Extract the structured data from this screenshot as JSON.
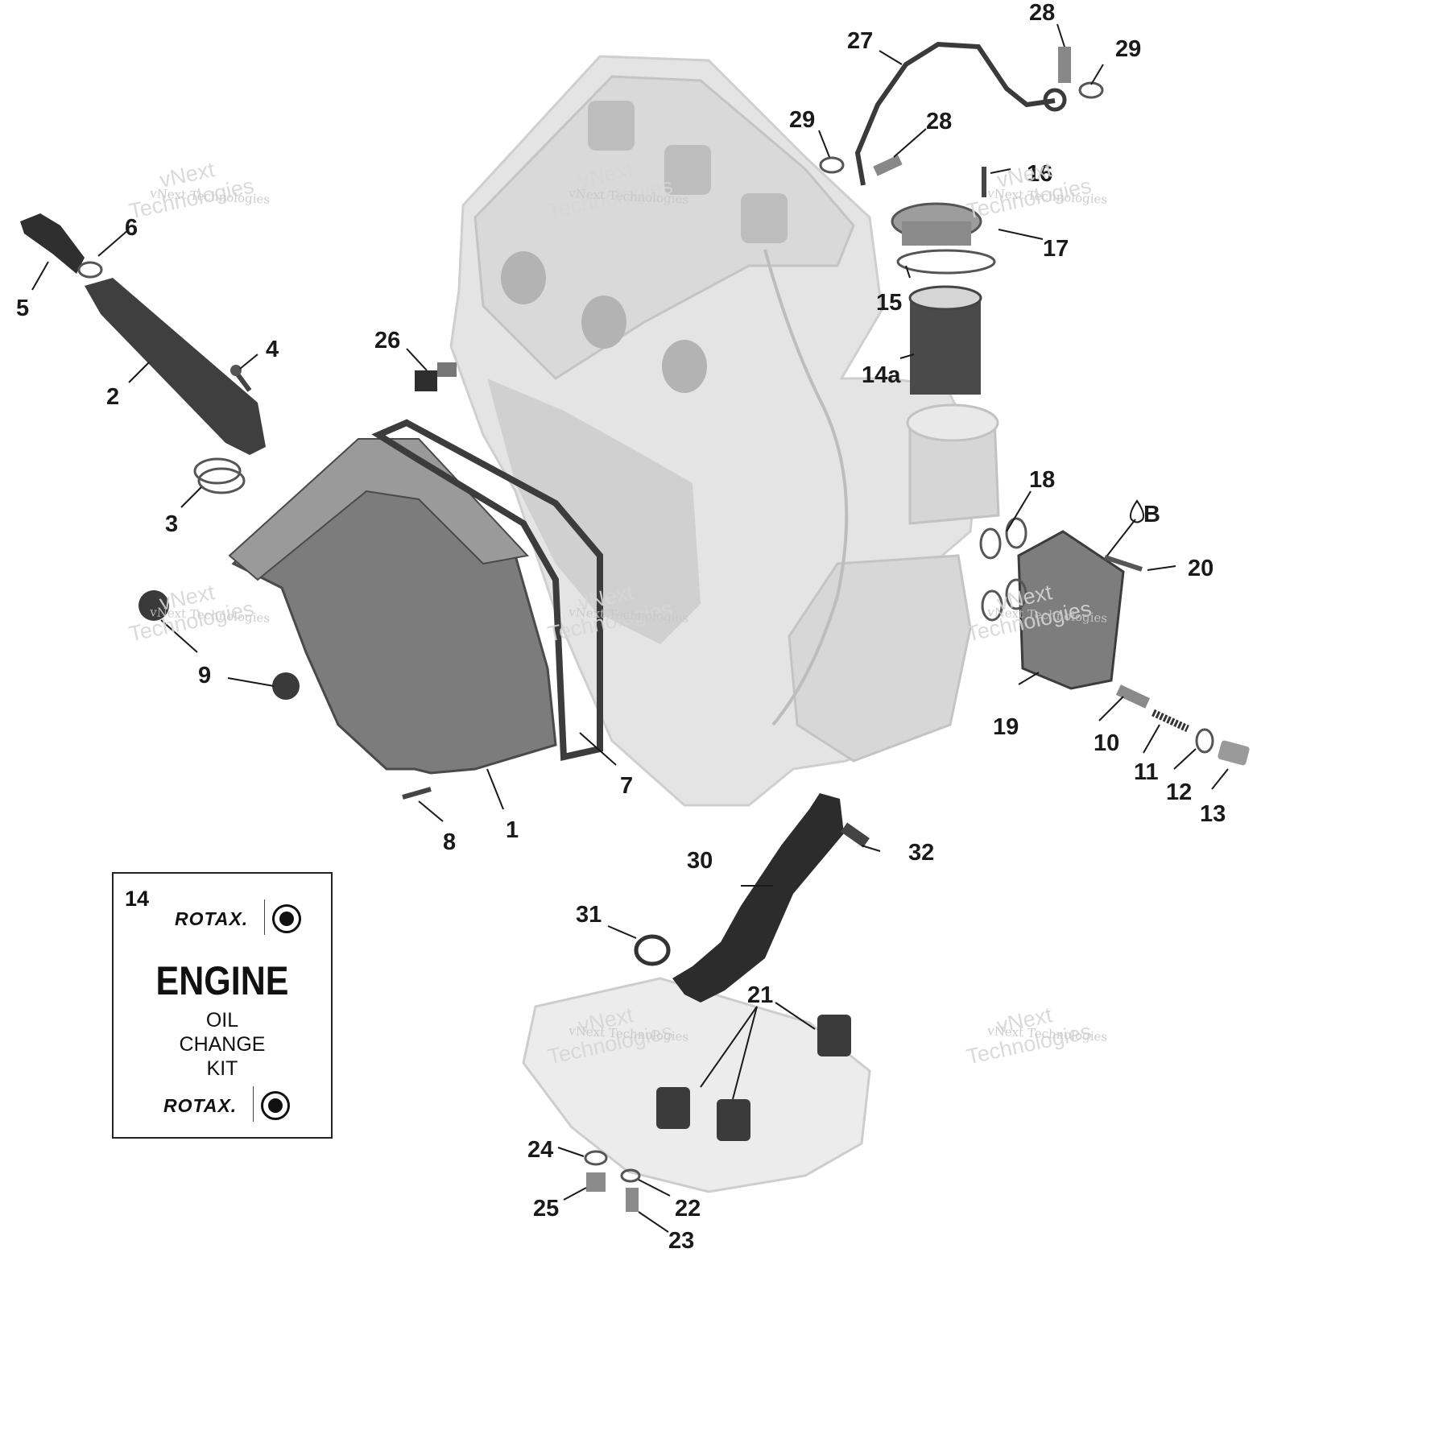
{
  "callouts": [
    "1",
    "2",
    "3",
    "4",
    "5",
    "6",
    "7",
    "8",
    "9",
    "10",
    "11",
    "12",
    "13",
    "14a",
    "15",
    "16",
    "17",
    "18",
    "19",
    "20",
    "21",
    "22",
    "23",
    "24",
    "25",
    "26",
    "27",
    "28",
    "28",
    "29",
    "29",
    "30",
    "31",
    "32",
    "B"
  ],
  "watermark": {
    "line1": "vNext",
    "line2": "Technologies",
    "small": "vNext Technologies"
  },
  "kit": {
    "number": "14",
    "brand_top": "ROTAX.",
    "title": "ENGINE",
    "line1": "OIL",
    "line2": "CHANGE",
    "line3": "KIT",
    "brand_bottom": "ROTAX."
  },
  "colors": {
    "engine_light": "#e2e2e2",
    "engine_mid": "#cfcfcf",
    "part_dark": "#3a3a3a",
    "part_mid": "#7a7a7a"
  }
}
